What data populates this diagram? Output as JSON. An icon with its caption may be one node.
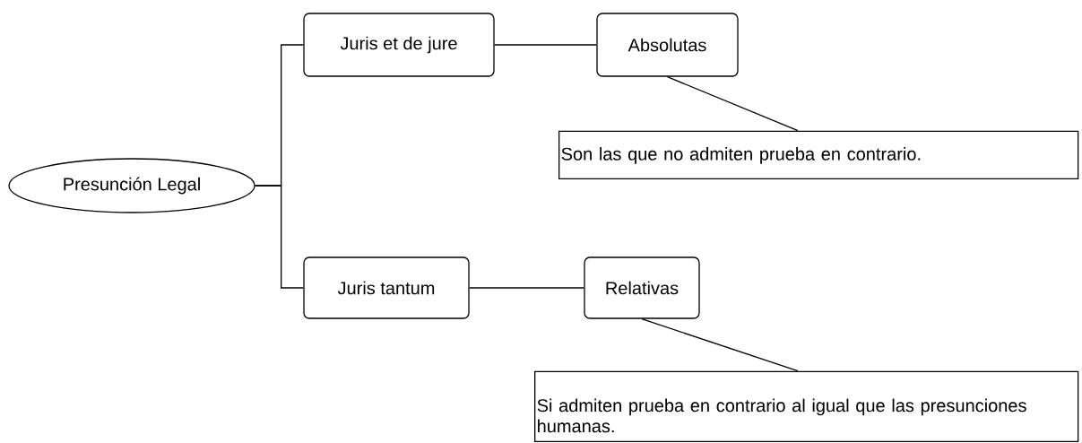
{
  "diagram": {
    "nodes": [
      {
        "text": [
          "Presunción Legal"
        ]
      },
      {
        "text": [
          "Juris et de jure"
        ]
      },
      {
        "text": [
          "Absolutas"
        ]
      },
      {
        "text": [
          "Son las que no admiten prueba en contrario."
        ]
      },
      {
        "text": [
          "Juris tantum"
        ]
      },
      {
        "text": [
          "Relativas"
        ]
      },
      {
        "text": [
          "Si admiten prueba en contrario al igual que las presunciones humanas."
        ]
      }
    ],
    "edges": [
      {
        "from": 0,
        "to": 1,
        "arrow": "none"
      },
      {
        "from": 0,
        "to": 4,
        "arrow": "none"
      },
      {
        "from": 1,
        "to": 2,
        "arrow": "none"
      },
      {
        "from": 2,
        "to": 3,
        "arrow": "none"
      },
      {
        "from": 4,
        "to": 5,
        "arrow": "none"
      },
      {
        "from": 5,
        "to": 6,
        "arrow": "none"
      }
    ]
  }
}
